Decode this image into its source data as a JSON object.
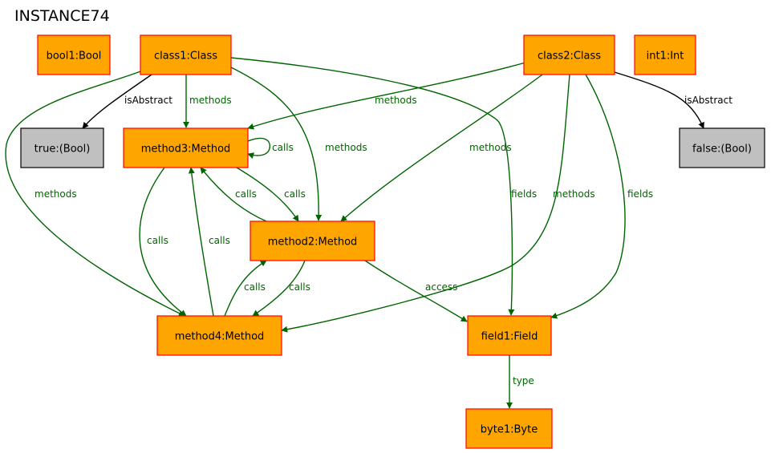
{
  "title": "INSTANCE74",
  "colors": {
    "object_fill": "#ffa500",
    "object_border": "#ff0000",
    "value_fill": "#c0c0c0",
    "value_border": "#000000",
    "assoc_edge": "#006400",
    "value_edge": "#000000"
  },
  "nodes": {
    "bool1": {
      "label": "bool1:Bool"
    },
    "class1": {
      "label": "class1:Class"
    },
    "class2": {
      "label": "class2:Class"
    },
    "int1": {
      "label": "int1:Int"
    },
    "true": {
      "label": "true:(Bool)"
    },
    "false": {
      "label": "false:(Bool)"
    },
    "method3": {
      "label": "method3:Method"
    },
    "method2": {
      "label": "method2:Method"
    },
    "method4": {
      "label": "method4:Method"
    },
    "field1": {
      "label": "field1:Field"
    },
    "byte1": {
      "label": "byte1:Byte"
    }
  },
  "edges": [
    {
      "from": "class1",
      "to": "true",
      "label": "isAbstract"
    },
    {
      "from": "class1",
      "to": "method3",
      "label": "methods"
    },
    {
      "from": "class1",
      "to": "method2",
      "label": "methods"
    },
    {
      "from": "class1",
      "to": "method4",
      "label": "methods"
    },
    {
      "from": "class1",
      "to": "field1",
      "label": "fields"
    },
    {
      "from": "class2",
      "to": "false",
      "label": "isAbstract"
    },
    {
      "from": "class2",
      "to": "method3",
      "label": "methods"
    },
    {
      "from": "class2",
      "to": "method2",
      "label": "methods"
    },
    {
      "from": "class2",
      "to": "method4",
      "label": "methods"
    },
    {
      "from": "class2",
      "to": "field1",
      "label": "fields"
    },
    {
      "from": "method3",
      "to": "method3",
      "label": "calls"
    },
    {
      "from": "method3",
      "to": "method2",
      "label": "calls"
    },
    {
      "from": "method2",
      "to": "method3",
      "label": "calls"
    },
    {
      "from": "method3",
      "to": "method4",
      "label": "calls"
    },
    {
      "from": "method4",
      "to": "method3",
      "label": "calls"
    },
    {
      "from": "method4",
      "to": "method2",
      "label": "calls"
    },
    {
      "from": "method2",
      "to": "method4",
      "label": "calls"
    },
    {
      "from": "method2",
      "to": "field1",
      "label": "access"
    },
    {
      "from": "field1",
      "to": "byte1",
      "label": "type"
    }
  ]
}
